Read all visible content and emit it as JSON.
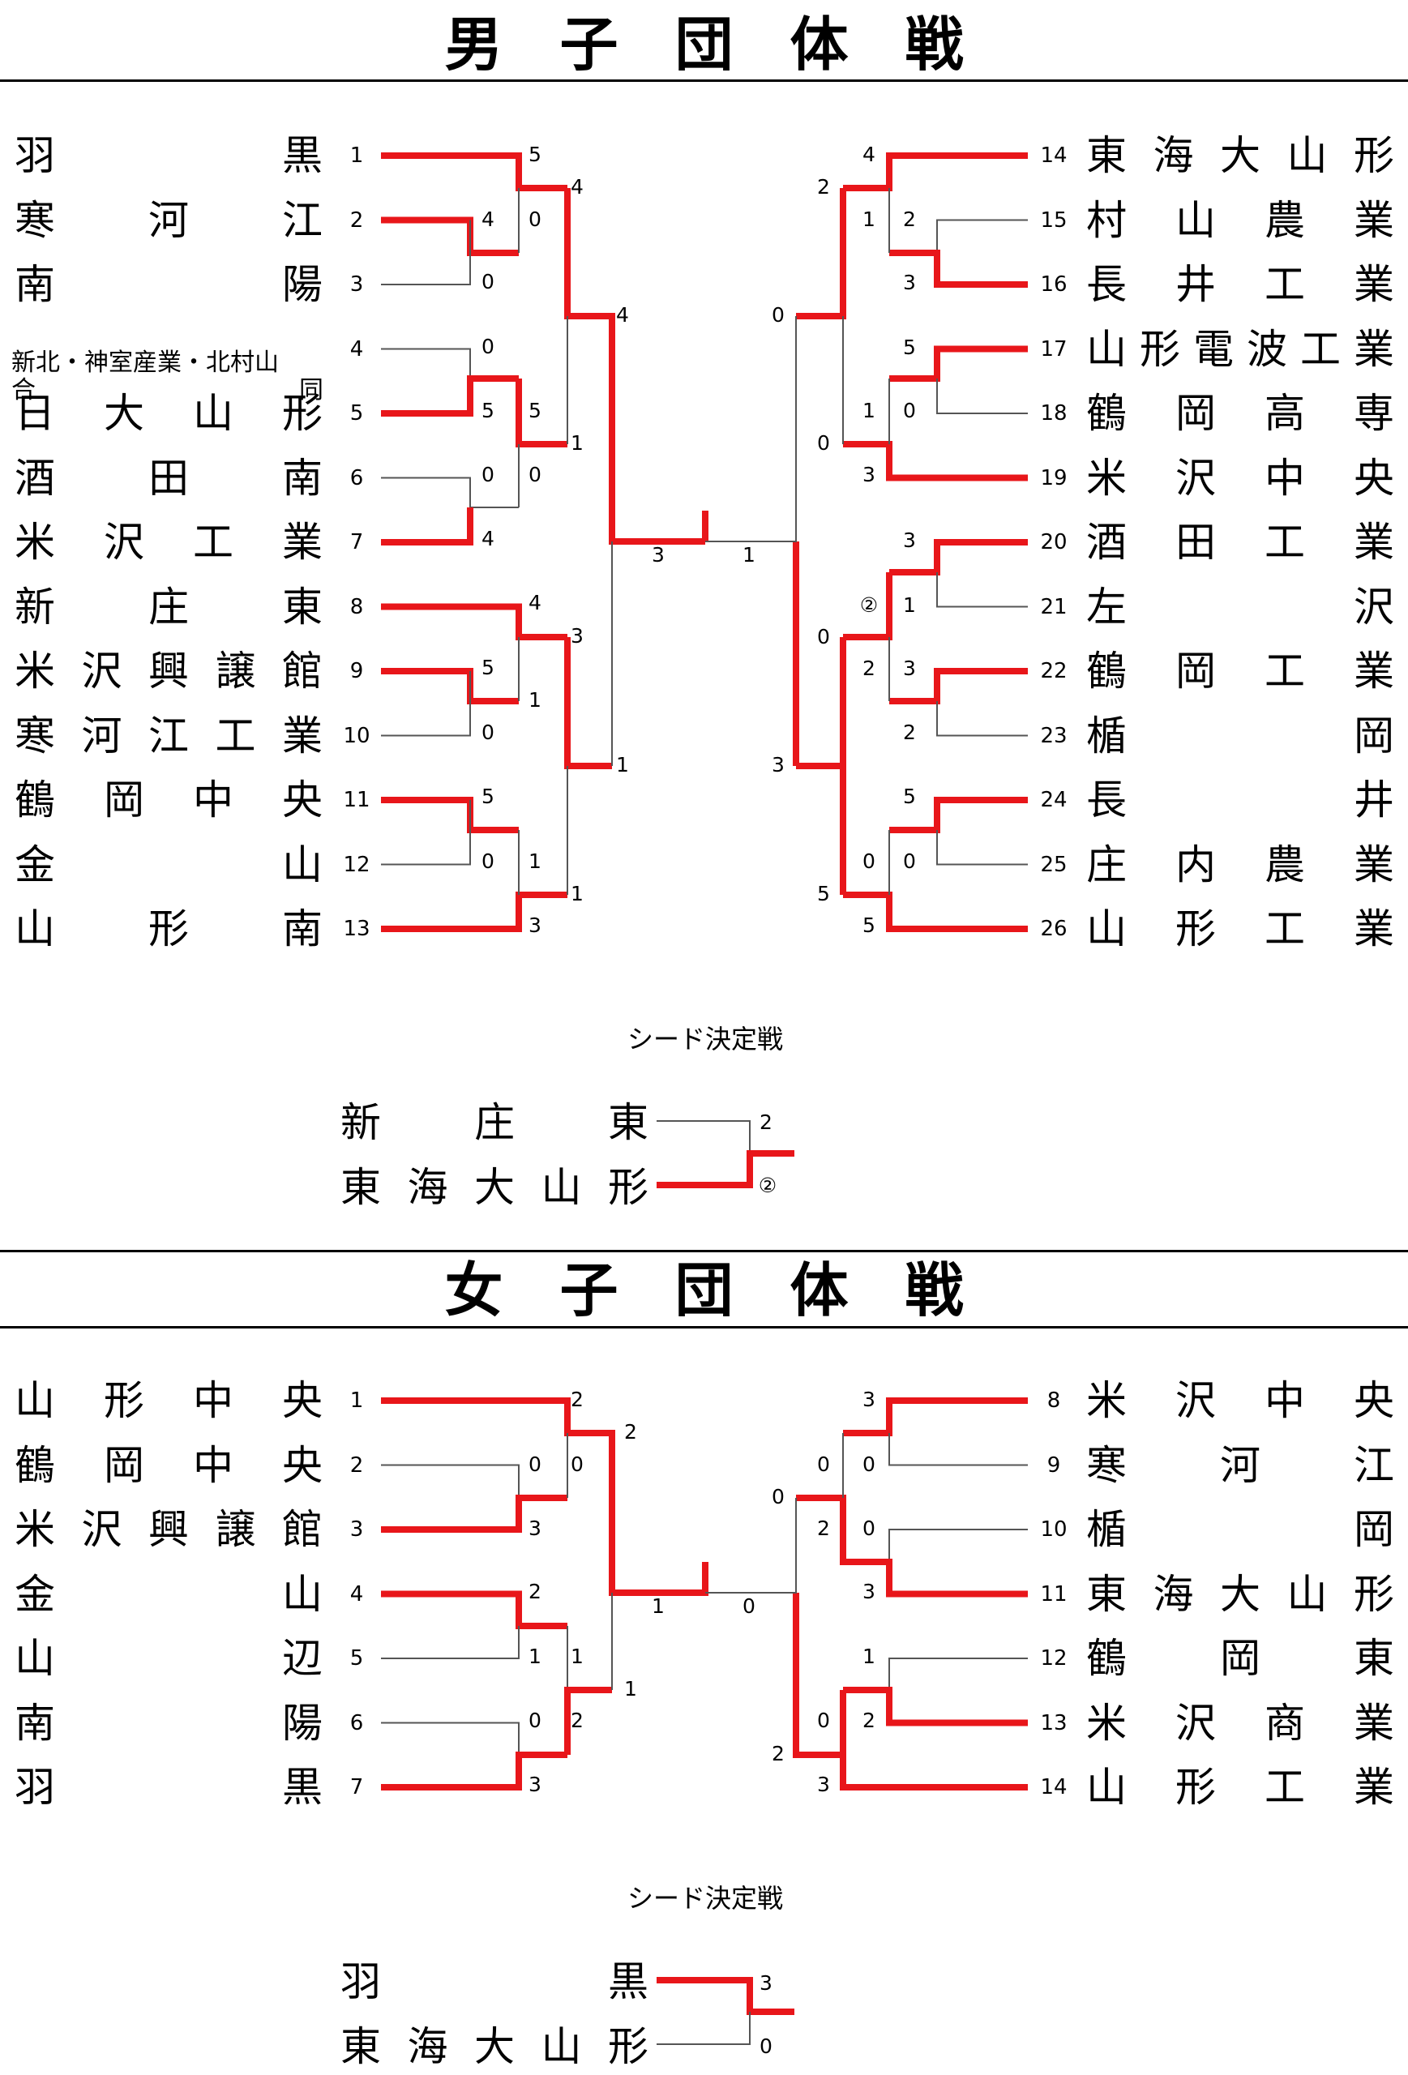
{
  "boys": {
    "title": "男子団体戦",
    "left": [
      {
        "num": "1",
        "name": "羽黒"
      },
      {
        "num": "2",
        "name": "寒河江"
      },
      {
        "num": "3",
        "name": "南陽"
      },
      {
        "num": "4",
        "name_line1": "新北・神室産業・北村山",
        "name_line2a": "合",
        "name_line2b": "同"
      },
      {
        "num": "5",
        "name": "日大山形"
      },
      {
        "num": "6",
        "name": "酒田南"
      },
      {
        "num": "7",
        "name": "米沢工業"
      },
      {
        "num": "8",
        "name": "新庄東"
      },
      {
        "num": "9",
        "name": "米沢興譲館"
      },
      {
        "num": "10",
        "name": "寒河江工業"
      },
      {
        "num": "11",
        "name": "鶴岡中央"
      },
      {
        "num": "12",
        "name": "金山"
      },
      {
        "num": "13",
        "name": "山形南"
      }
    ],
    "right": [
      {
        "num": "14",
        "name": "東海大山形"
      },
      {
        "num": "15",
        "name": "村山農業"
      },
      {
        "num": "16",
        "name": "長井工業"
      },
      {
        "num": "17",
        "name": "山形電波工業"
      },
      {
        "num": "18",
        "name": "鶴岡高専"
      },
      {
        "num": "19",
        "name": "米沢中央"
      },
      {
        "num": "20",
        "name": "酒田工業"
      },
      {
        "num": "21",
        "name": "左沢"
      },
      {
        "num": "22",
        "name": "鶴岡工業"
      },
      {
        "num": "23",
        "name": "楯岡"
      },
      {
        "num": "24",
        "name": "長井"
      },
      {
        "num": "25",
        "name": "庄内農業"
      },
      {
        "num": "26",
        "name": "山形工業"
      }
    ],
    "scores": [
      "5",
      "4",
      "0",
      "0",
      "0",
      "4",
      "5",
      "5",
      "1",
      "0",
      "0",
      "4",
      "4",
      "3",
      "5",
      "1",
      "1",
      "0",
      "5",
      "3",
      "1",
      "1",
      "4",
      "3",
      "2",
      "1",
      "0",
      "0",
      "1",
      "3",
      "1",
      "4",
      "3",
      "0",
      "3",
      "1",
      "2",
      "0",
      "2",
      "2",
      "3",
      "0",
      "0",
      "5",
      "5",
      "5",
      "3",
      "5",
      "3",
      "3",
      "1"
    ],
    "seed": {
      "caption": "シード決定戦",
      "top": "新庄東",
      "bottom": "東海大山形",
      "score_top": "2",
      "score_bottom": "②"
    }
  },
  "girls": {
    "title": "女子団体戦",
    "left": [
      {
        "num": "1",
        "name": "山形中央"
      },
      {
        "num": "2",
        "name": "鶴岡中央"
      },
      {
        "num": "3",
        "name": "米沢興譲館"
      },
      {
        "num": "4",
        "name": "金山"
      },
      {
        "num": "5",
        "name": "山辺"
      },
      {
        "num": "6",
        "name": "南陽"
      },
      {
        "num": "7",
        "name": "羽黒"
      }
    ],
    "right": [
      {
        "num": "8",
        "name": "米沢中央"
      },
      {
        "num": "9",
        "name": "寒河江"
      },
      {
        "num": "10",
        "name": "楯岡"
      },
      {
        "num": "11",
        "name": "東海大山形"
      },
      {
        "num": "12",
        "name": "鶴岡東"
      },
      {
        "num": "13",
        "name": "米沢商業"
      },
      {
        "num": "14",
        "name": "山形工業"
      }
    ],
    "scores": [
      "2",
      "0",
      "0",
      "3",
      "2",
      "1",
      "1",
      "0",
      "2",
      "3",
      "2",
      "1",
      "1",
      "0",
      "3",
      "0",
      "0",
      "0",
      "2",
      "0",
      "3",
      "1",
      "0",
      "2",
      "3",
      "2",
      "3",
      "0"
    ],
    "seed": {
      "caption": "シード決定戦",
      "top": "羽黒",
      "bottom": "東海大山形",
      "score_top": "3",
      "score_bottom": "0"
    }
  }
}
